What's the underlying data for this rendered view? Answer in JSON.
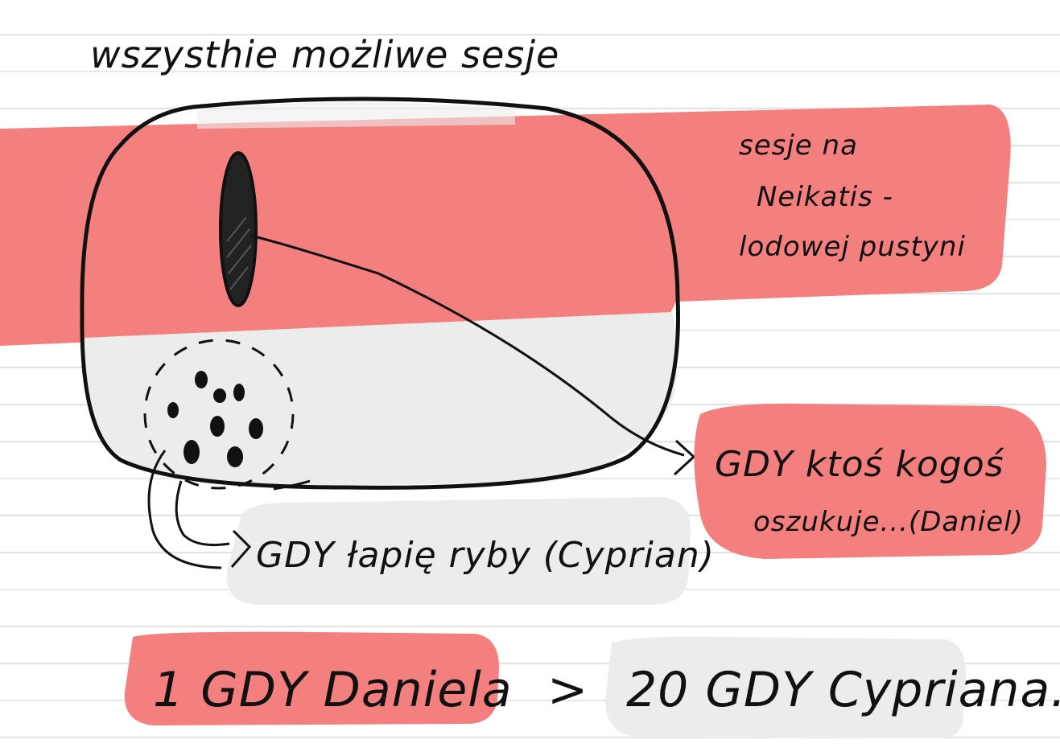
{
  "title": "wszysthie możliwe sesje",
  "red_label_lines": [
    "sesje na",
    "Neikatis -",
    "lodowej pustyni"
  ],
  "gdy_daniel_lines": [
    "GDY ktoś kogoś",
    "oszukuje...(Daniel)"
  ],
  "gdy_cyprian": "GDY łapię ryby (Cyprian)",
  "comparison": {
    "left": "1 GDY Daniela",
    "operator": ">",
    "right": "20 GDY Cypriana."
  },
  "colors": {
    "red": "#f47f7f",
    "grey": "#ededed",
    "ink": "#111111"
  }
}
